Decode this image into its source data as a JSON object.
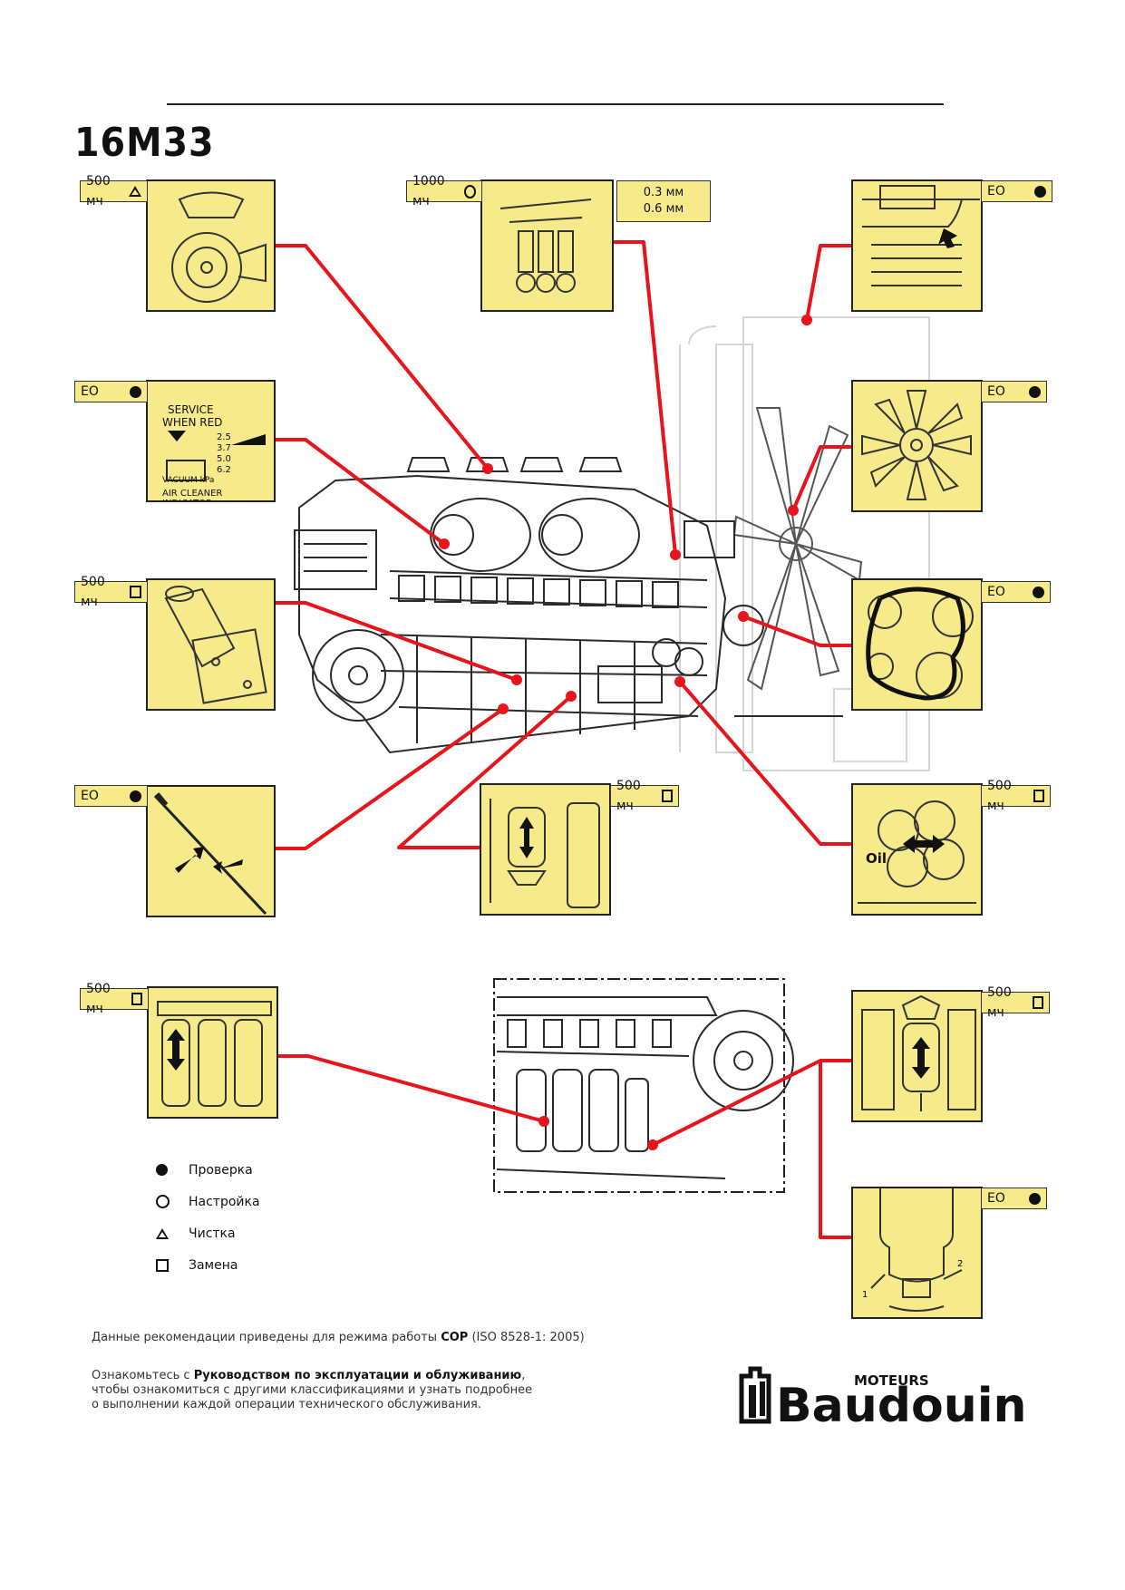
{
  "model": "16M33",
  "intervals": {
    "air_filter": {
      "text": "500 мч",
      "symbol": "triangle"
    },
    "valves": {
      "text": "1000 мч",
      "symbol": "ring"
    },
    "coolant": {
      "text": "EO",
      "symbol": "dot"
    },
    "air_indicator": {
      "text": "EO",
      "symbol": "dot"
    },
    "fan": {
      "text": "EO",
      "symbol": "dot"
    },
    "breather": {
      "text": "500 мч",
      "symbol": "square"
    },
    "belt": {
      "text": "EO",
      "symbol": "dot"
    },
    "dipstick": {
      "text": "EO",
      "symbol": "dot"
    },
    "centrifuge": {
      "text": "500 мч",
      "symbol": "square"
    },
    "oil_filter": {
      "text": "500 мч",
      "symbol": "square"
    },
    "fuel_filters": {
      "text": "500 мч",
      "symbol": "square"
    },
    "fuel_prefilter": {
      "text": "500 мч",
      "symbol": "square"
    },
    "water_drain": {
      "text": "EO",
      "symbol": "dot"
    }
  },
  "valve_clearance": {
    "intake": "0.3 мм",
    "exhaust": "0.6 мм"
  },
  "indicator": {
    "title_line1": "SERVICE",
    "title_line2": "WHEN RED",
    "scale": [
      "2.5",
      "3.7",
      "5.0",
      "6.2"
    ],
    "vacuum": "VACUUM kPa",
    "caption": "AIR CLEANER INDICATOR"
  },
  "oil_label": "Oil",
  "legend": [
    {
      "symbol": "dot",
      "label": "Проверка"
    },
    {
      "symbol": "ring",
      "label": "Настройка"
    },
    {
      "symbol": "triangle",
      "label": "Чистка"
    },
    {
      "symbol": "square",
      "label": "Замена"
    }
  ],
  "footer": {
    "line1_prefix": "Данные рекомендации приведены для режима работы ",
    "line1_bold": "COP",
    "line1_suffix": " (ISO 8528-1: 2005)",
    "line2_prefix": "Ознакомьтесь с ",
    "line2_bold": "Руководством по эксплуатации и облуживанию",
    "line2_suffix": ",",
    "line3": "чтобы ознакомиться с другими классификациями и узнать подробнее",
    "line4": "о выполнении каждой операции технического обслуживания."
  },
  "logo": {
    "small": "MOTEURS",
    "big": "Baudouin"
  },
  "accent": "#e8141c",
  "panel_color": "#f6ea8a"
}
